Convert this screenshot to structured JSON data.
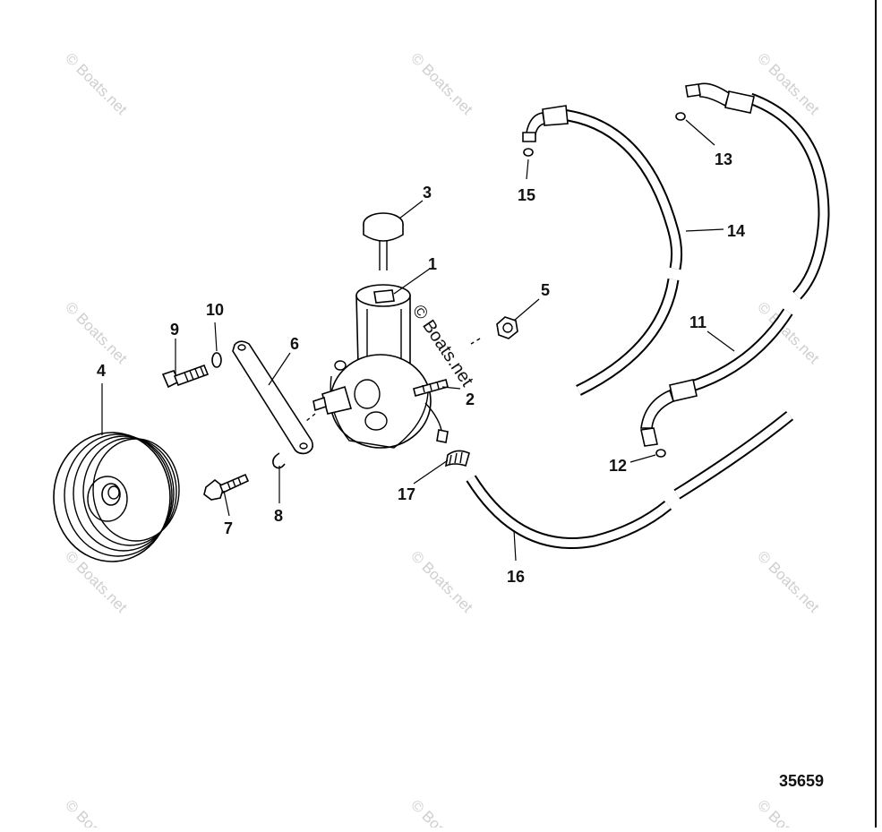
{
  "diagram": {
    "callouts": [
      {
        "id": "c1",
        "label": "1"
      },
      {
        "id": "c2",
        "label": "2"
      },
      {
        "id": "c3",
        "label": "3"
      },
      {
        "id": "c4",
        "label": "4"
      },
      {
        "id": "c5",
        "label": "5"
      },
      {
        "id": "c6",
        "label": "6"
      },
      {
        "id": "c7",
        "label": "7"
      },
      {
        "id": "c8",
        "label": "8"
      },
      {
        "id": "c9",
        "label": "9"
      },
      {
        "id": "c10",
        "label": "10"
      },
      {
        "id": "c11",
        "label": "11"
      },
      {
        "id": "c12",
        "label": "12"
      },
      {
        "id": "c13",
        "label": "13"
      },
      {
        "id": "c14",
        "label": "14"
      },
      {
        "id": "c15",
        "label": "15"
      },
      {
        "id": "c16",
        "label": "16"
      },
      {
        "id": "c17",
        "label": "17"
      }
    ],
    "figure_number": "35659",
    "center_watermark": "© Boats.net",
    "watermark": "© Boats.net"
  }
}
